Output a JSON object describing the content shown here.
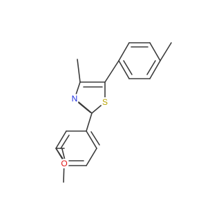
{
  "atoms": {
    "nitrogen": {
      "symbol": "N",
      "color": "#1f2fe0"
    },
    "sulfur": {
      "symbol": "S",
      "color": "#b8a400"
    },
    "oxygen": {
      "symbol": "O",
      "color": "#e01414"
    }
  }
}
